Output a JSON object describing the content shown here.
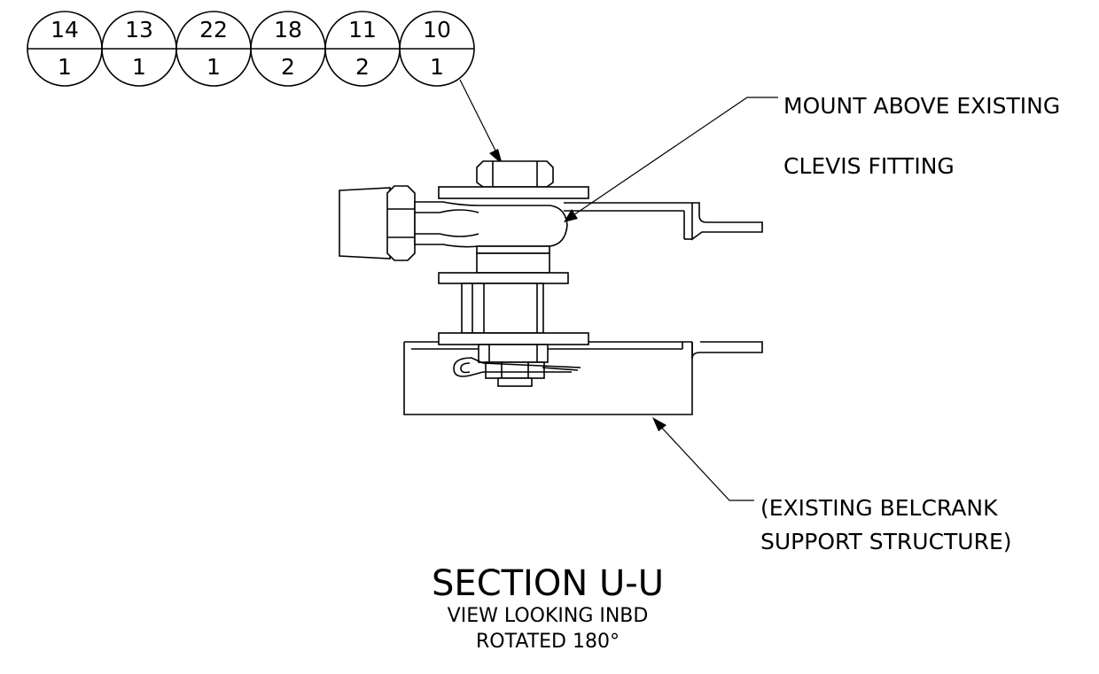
{
  "balloons": [
    {
      "item": "14",
      "qty": "1"
    },
    {
      "item": "13",
      "qty": "1"
    },
    {
      "item": "22",
      "qty": "1"
    },
    {
      "item": "18",
      "qty": "2"
    },
    {
      "item": "11",
      "qty": "2"
    },
    {
      "item": "10",
      "qty": "1"
    }
  ],
  "notes": {
    "mount": {
      "line1": "MOUNT ABOVE EXISTING",
      "line2": "CLEVIS FITTING"
    },
    "support": {
      "line1": "(EXISTING BELCRANK",
      "line2": "SUPPORT STRUCTURE)"
    }
  },
  "section": {
    "title": "SECTION U-U",
    "line1": "VIEW LOOKING INBD",
    "line2": "ROTATED 180°"
  }
}
